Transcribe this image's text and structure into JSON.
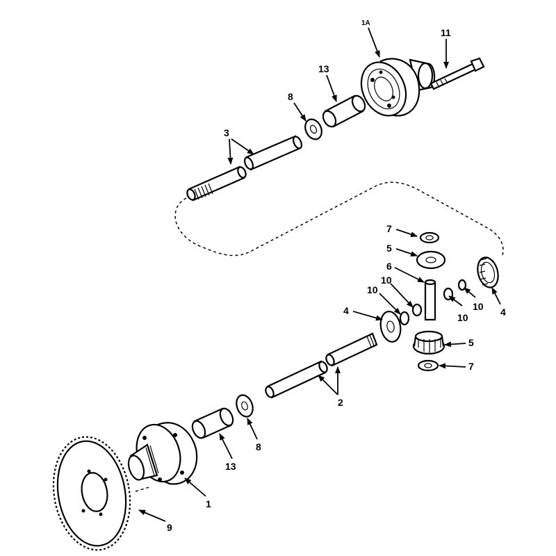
{
  "callouts": {
    "c1": "1",
    "c1a": "1A",
    "c2": "2",
    "c3": "3",
    "c4_left": "4",
    "c4_right": "4",
    "c5_top": "5",
    "c5_bottom": "5",
    "c6": "6",
    "c7_top": "7",
    "c7_bottom": "7",
    "c8_top": "8",
    "c8_bottom": "8",
    "c9": "9",
    "c10_a": "10",
    "c10_b": "10",
    "c10_c": "10",
    "c10_d": "10",
    "c11": "11",
    "c13_top": "13",
    "c13_bottom": "13"
  }
}
